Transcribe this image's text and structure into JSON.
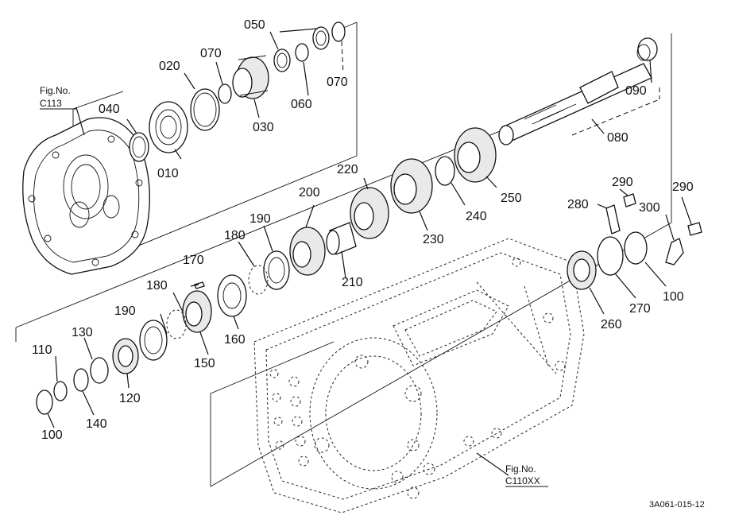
{
  "figure_refs": [
    {
      "id": "fig-c113",
      "title": "Fig.No.",
      "code": "C113"
    },
    {
      "id": "fig-c110xx",
      "title": "Fig.No.",
      "code": "C110XX"
    }
  ],
  "drawing_code": "3A061-015-12",
  "part_labels": {
    "p010": "010",
    "p020": "020",
    "p030": "030",
    "p040": "040",
    "p050": "050",
    "p060": "060",
    "p070a": "070",
    "p070b": "070",
    "p080": "080",
    "p090": "090",
    "p100a": "100",
    "p100b": "100",
    "p110": "110",
    "p120": "120",
    "p130": "130",
    "p140": "140",
    "p150": "150",
    "p160": "160",
    "p170": "170",
    "p180a": "180",
    "p180b": "180",
    "p190a": "190",
    "p190b": "190",
    "p200": "200",
    "p210": "210",
    "p220": "220",
    "p230": "230",
    "p240": "240",
    "p250": "250",
    "p260": "260",
    "p270": "270",
    "p280": "280",
    "p290a": "290",
    "p290b": "290",
    "p300": "300"
  }
}
